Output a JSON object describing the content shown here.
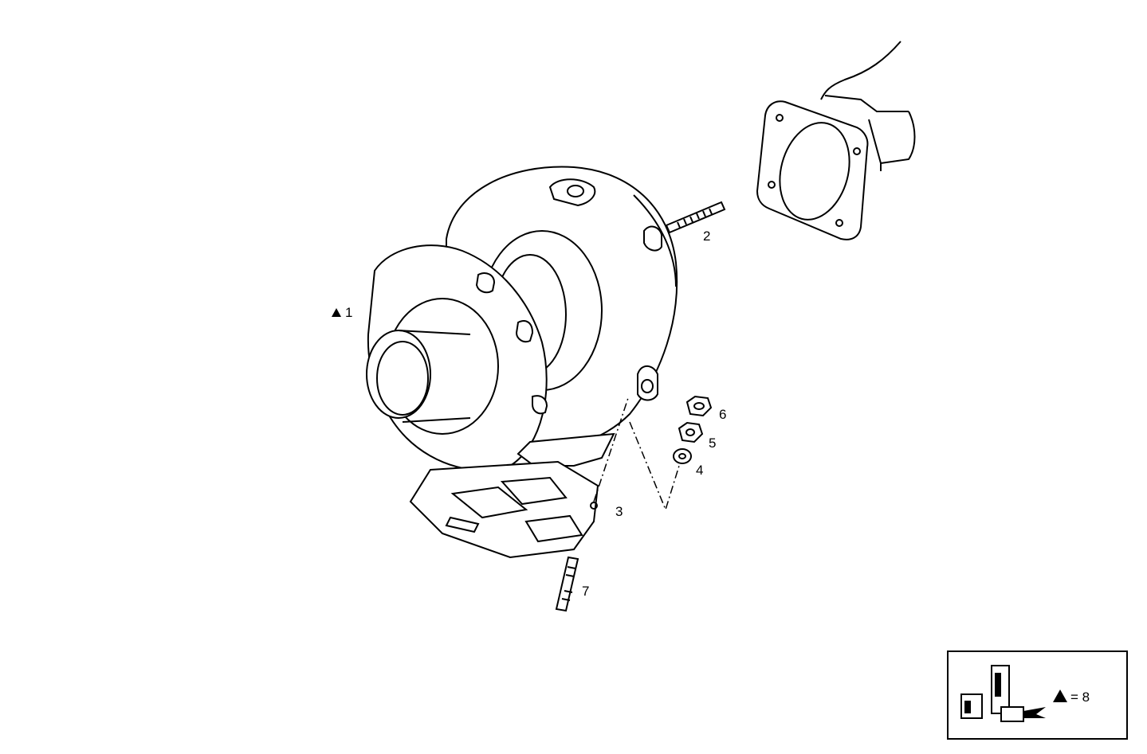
{
  "callouts": [
    {
      "number": "1",
      "marker": "triangle"
    },
    {
      "number": "2"
    },
    {
      "number": "3"
    },
    {
      "number": "4"
    },
    {
      "number": "5"
    },
    {
      "number": "6"
    },
    {
      "number": "7"
    }
  ],
  "legend": {
    "marker": "triangle",
    "equals": "= 8"
  },
  "colors": {
    "line": "#000000",
    "background": "#ffffff"
  }
}
